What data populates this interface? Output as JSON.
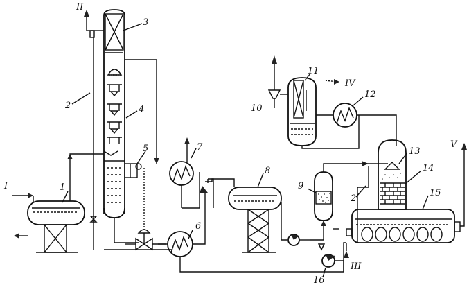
{
  "labels": {
    "stream_I": "I",
    "stream_II": "II",
    "stream_III": "III",
    "stream_IV": "IV",
    "stream_V": "V",
    "n1": "1",
    "n2a": "2",
    "n2b": "2",
    "n3": "3",
    "n4": "4",
    "n5": "5",
    "n6": "6",
    "n7": "7",
    "n8": "8",
    "n9": "9",
    "n10": "10",
    "n11": "11",
    "n12": "12",
    "n13": "13",
    "n14": "14",
    "n15": "15",
    "n16": "16"
  }
}
